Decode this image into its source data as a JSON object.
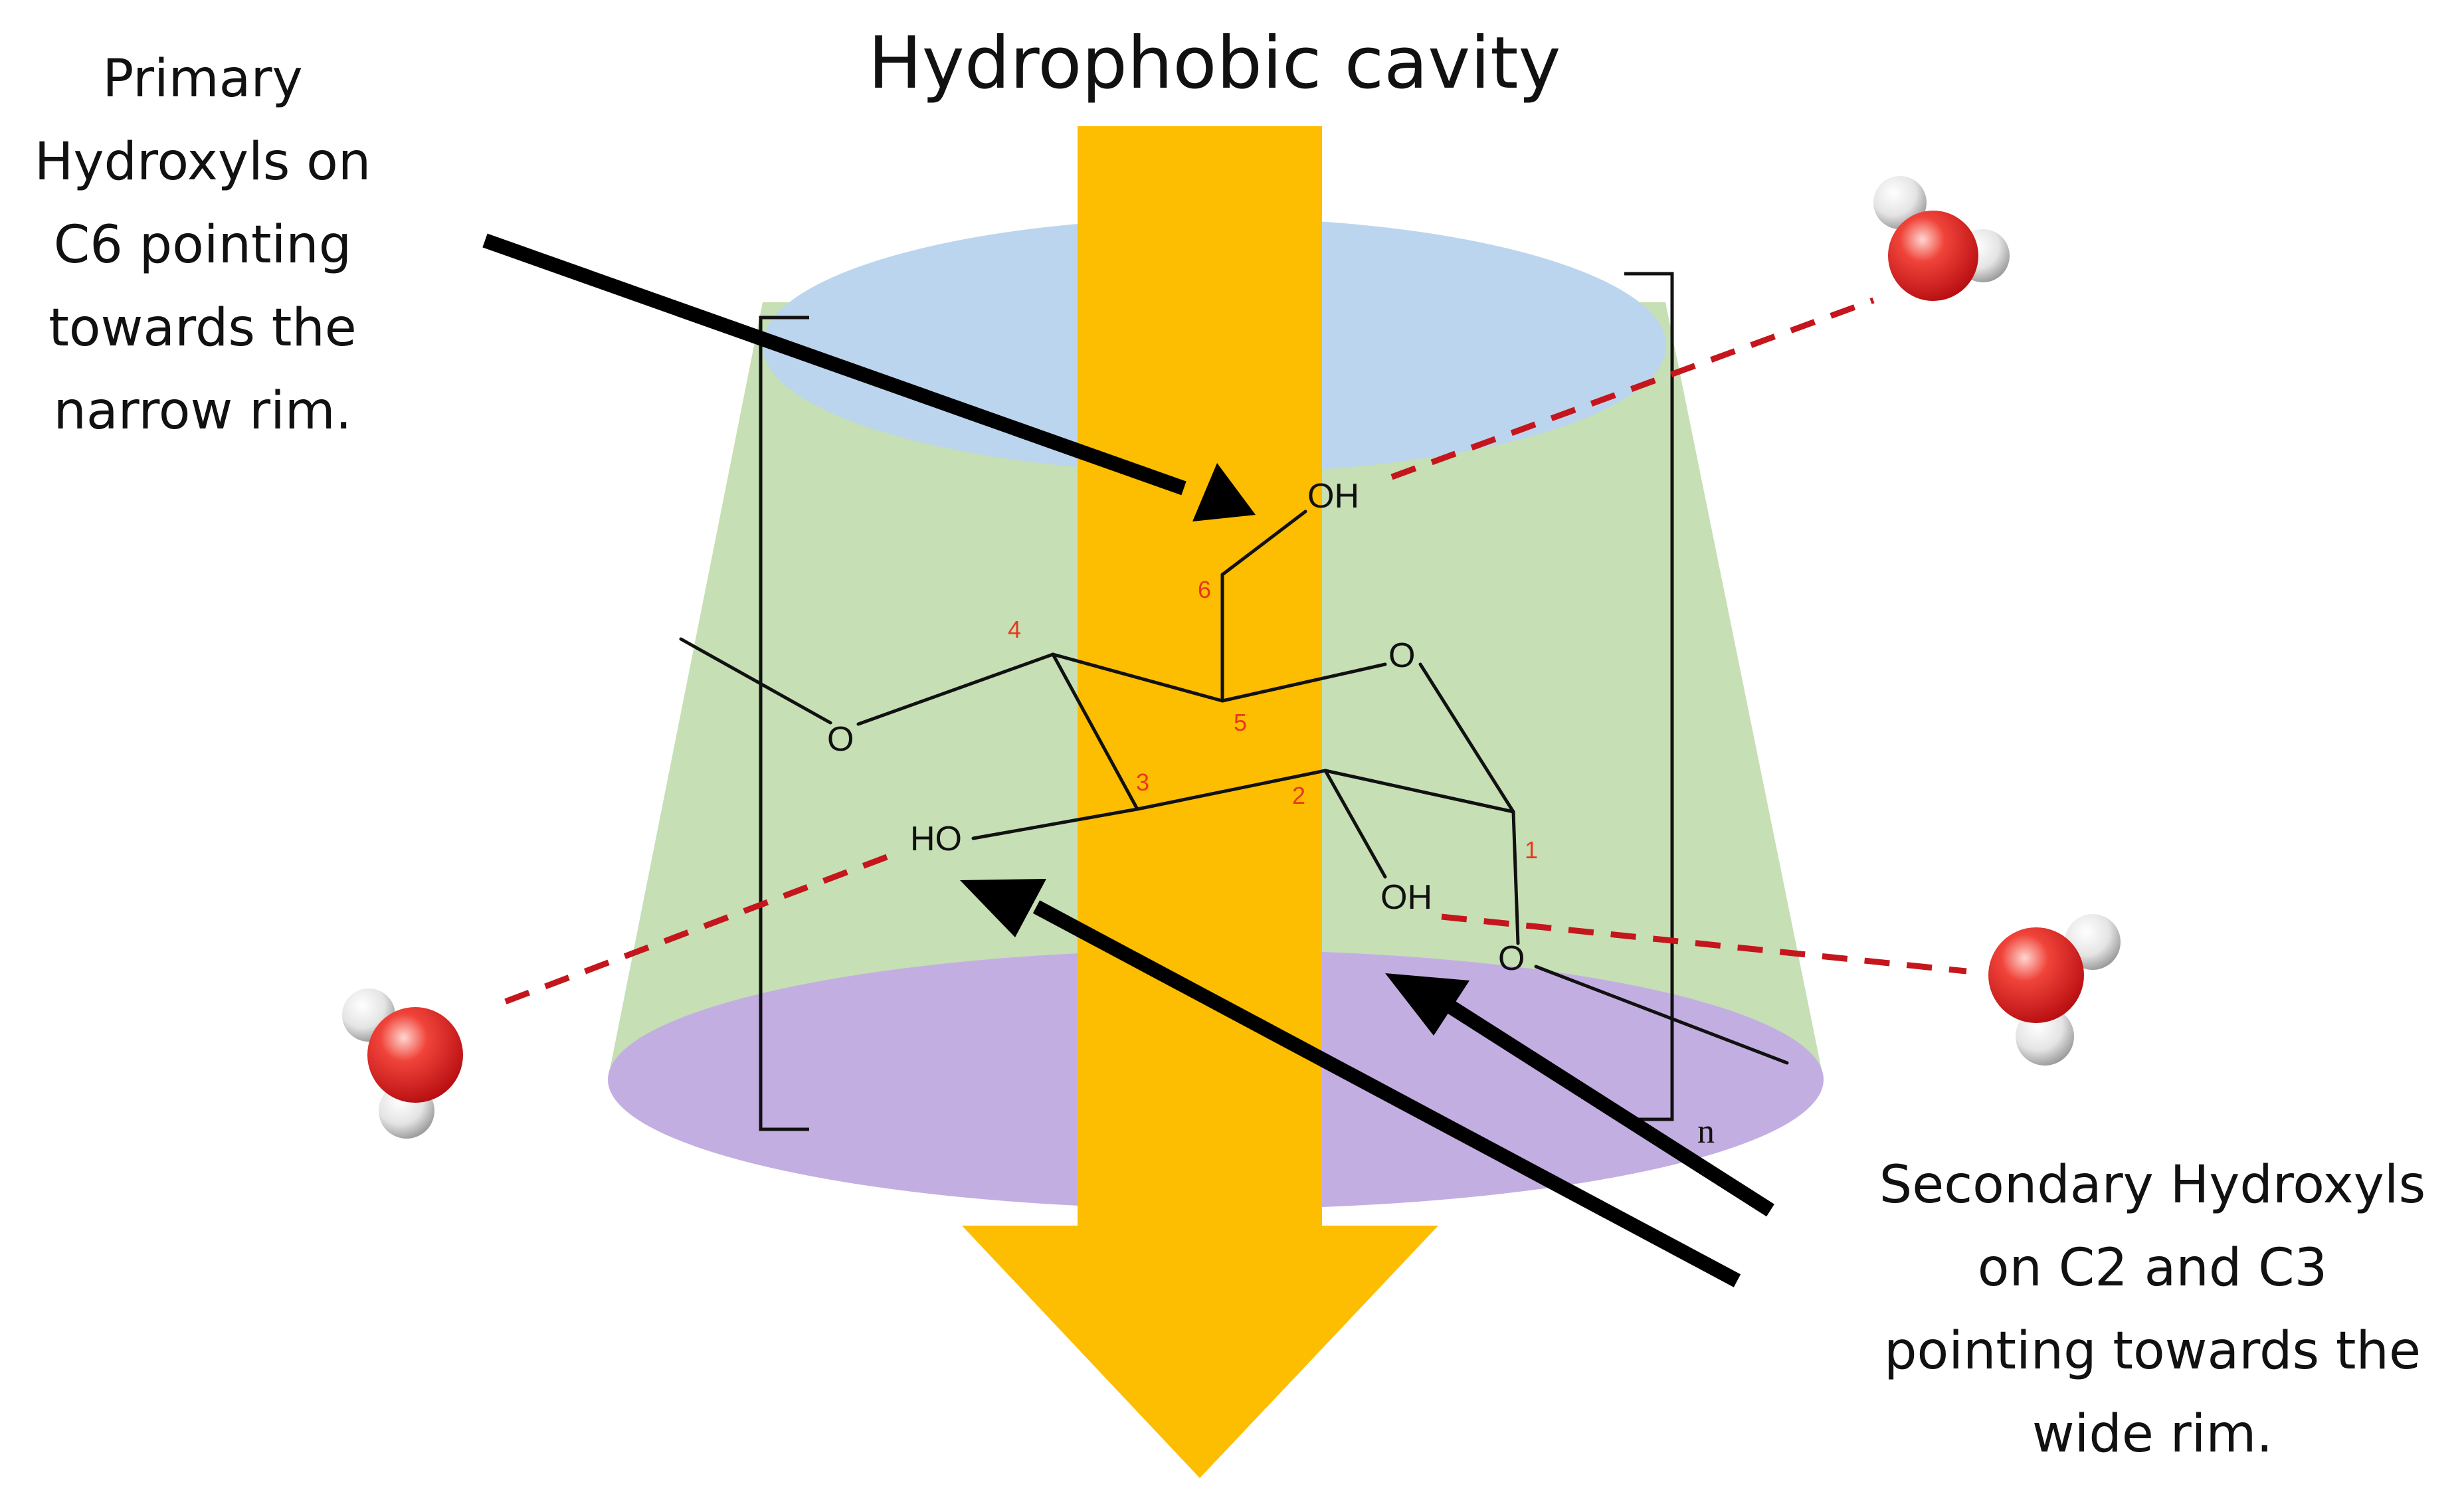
{
  "title": "Hydrophobic cavity",
  "primary_label": [
    "Primary",
    "Hydroxyls on",
    "C6 pointing",
    "towards the",
    "narrow rim."
  ],
  "secondary_label": [
    "Secondary Hydroxyls",
    "on C2 and C3",
    "pointing towards the",
    "wide rim."
  ],
  "atoms": {
    "oh_c6": "OH",
    "ring_o": "O",
    "link_o_left": "O",
    "ho_c3": "HO",
    "oh_c2": "OH",
    "link_o_right": "O",
    "repeat_n": "n"
  },
  "carbon_numbers": {
    "c1": "1",
    "c2": "2",
    "c3": "3",
    "c4": "4",
    "c5": "5",
    "c6": "6"
  },
  "colors": {
    "narrow_rim": "#bcd5ee",
    "wall": "#c6dfb4",
    "wide_rim": "#c3aee2",
    "cavity_arrow": "#fdbd00",
    "h_bond": "#c4161c",
    "oxygen": "#e4261d",
    "hydrogen": "#e6e6e6",
    "carbon_number": "#e8381c"
  }
}
